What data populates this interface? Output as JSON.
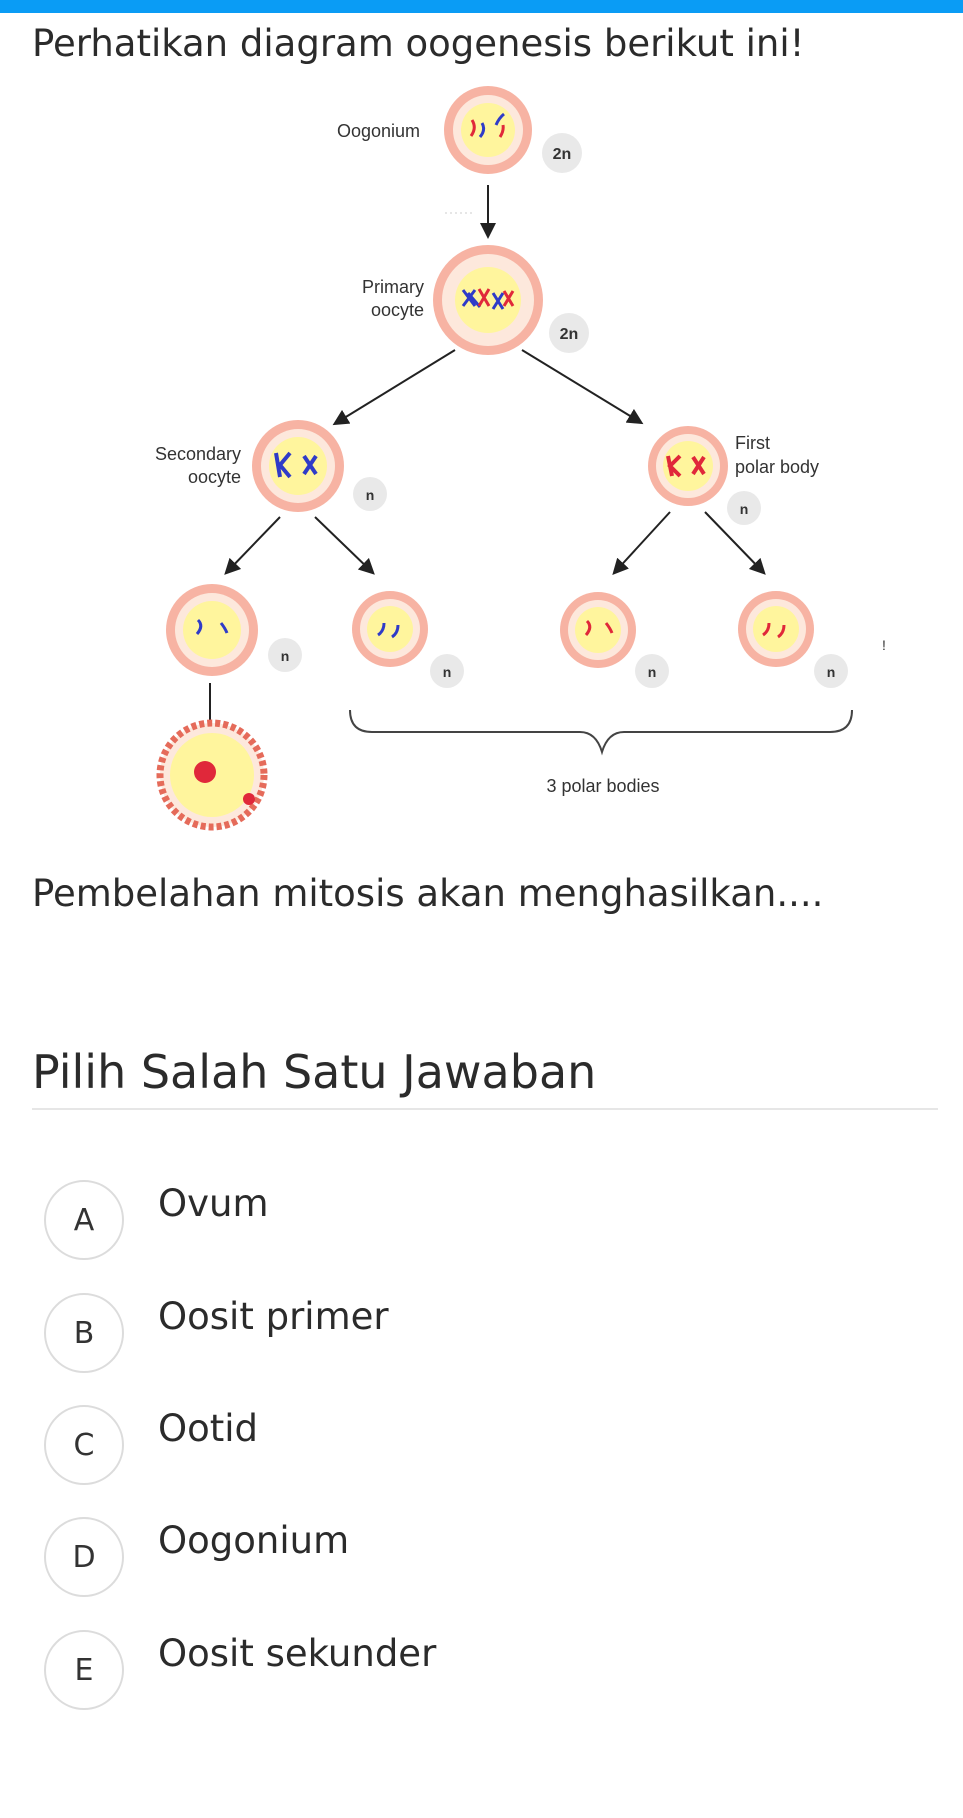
{
  "question": {
    "intro": "Perhatikan diagram oogenesis berikut ini!",
    "prompt": "Pembelahan mitosis akan menghasilkan...."
  },
  "diagram": {
    "oogonium": "Oogonium",
    "primary_line1": "Primary",
    "primary_line2": "oocyte",
    "secondary_line1": "Secondary",
    "secondary_line2": "oocyte",
    "polar_line1": "First",
    "polar_line2": "polar body",
    "ploidy_2n": "2n",
    "ploidy_n": "n",
    "polar_bodies": "3 polar bodies",
    "stray_mark": "!"
  },
  "answers": {
    "title": "Pilih Salah Satu Jawaban",
    "options": [
      {
        "letter": "A",
        "text": "Ovum"
      },
      {
        "letter": "B",
        "text": "Oosit primer"
      },
      {
        "letter": "C",
        "text": "Ootid"
      },
      {
        "letter": "D",
        "text": "Oogonium"
      },
      {
        "letter": "E",
        "text": "Oosit sekunder"
      }
    ]
  },
  "colors": {
    "topbar": "#0a9cf5",
    "cell_membrane": "#f7b3a3",
    "cell_cytoplasm": "#fde8dc",
    "nucleus": "#fff59d",
    "chromosome_red": "#e0283a",
    "chromosome_blue": "#2f3bc8",
    "badge_bg": "#e9e9e9"
  }
}
